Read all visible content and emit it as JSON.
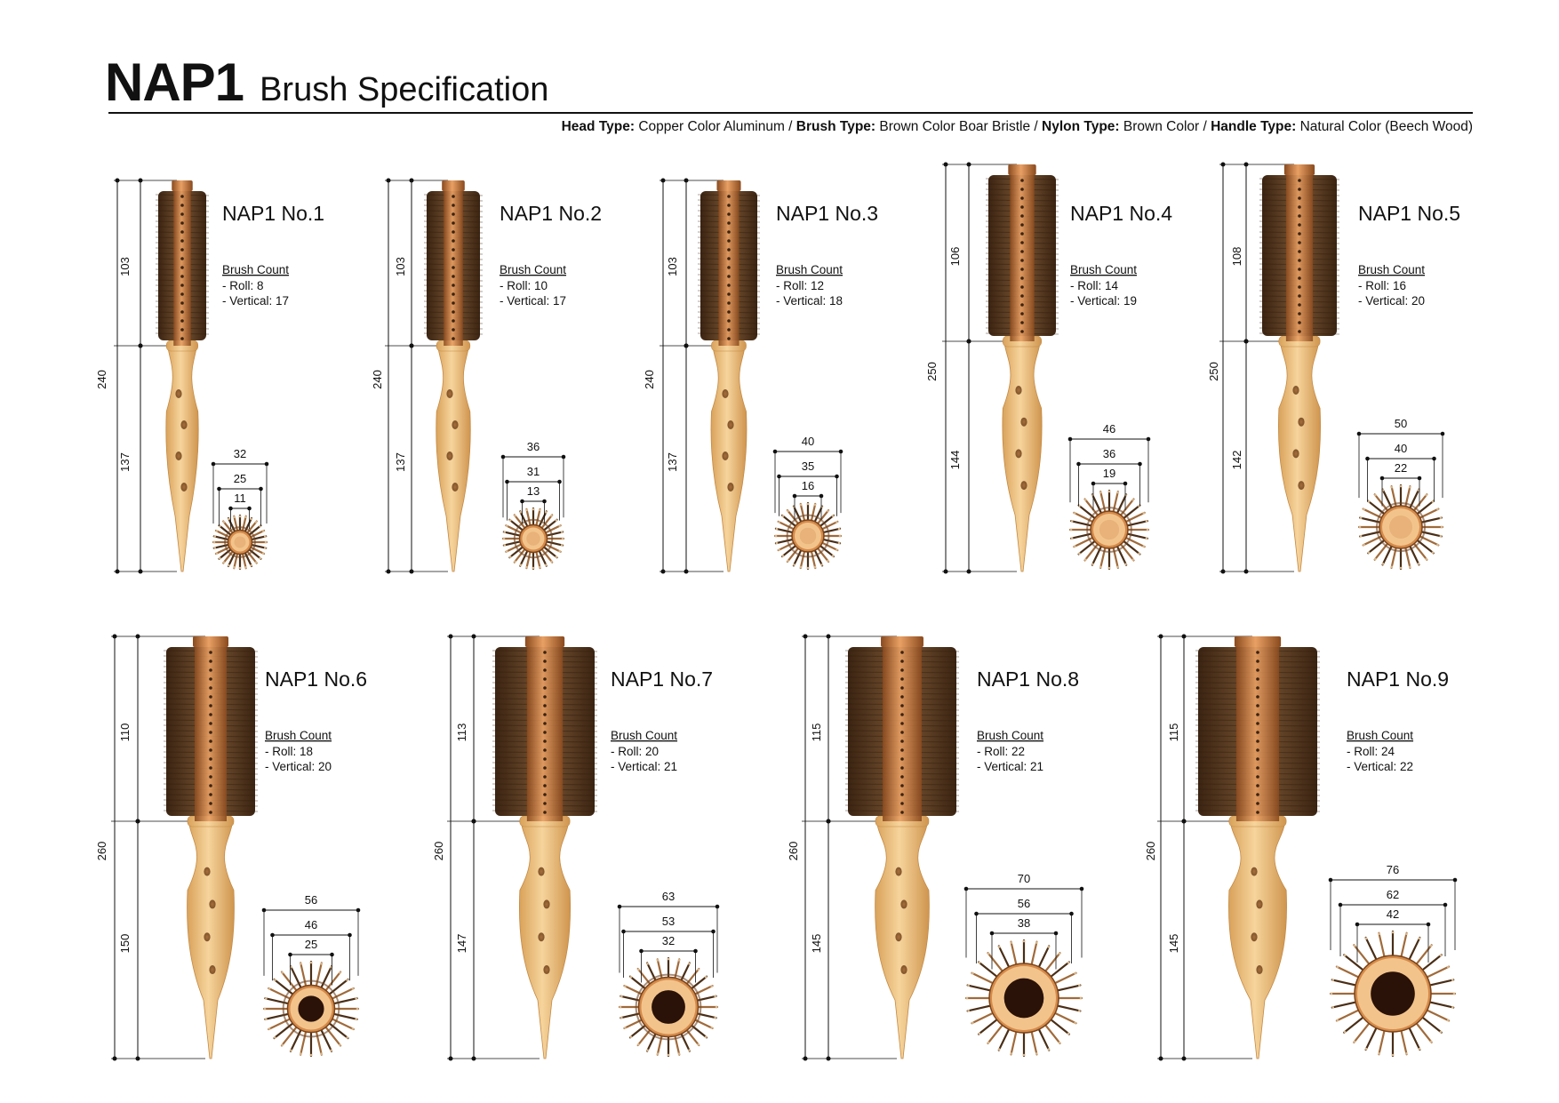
{
  "title": {
    "model": "NAP1",
    "subtitle": "Brush Specification"
  },
  "specs": [
    {
      "label": "Head Type:",
      "value": "Copper Color Aluminum"
    },
    {
      "label": "Brush Type:",
      "value": "Brown Color Boar Bristle"
    },
    {
      "label": "Nylon Type:",
      "value": "Brown Color"
    },
    {
      "label": "Handle Type:",
      "value": "Natural Color (Beech Wood)"
    }
  ],
  "spec_separator": " / ",
  "brush_count_heading": "Brush Count",
  "brushes": [
    {
      "name": "NAP1 No.1",
      "total": "240",
      "head": "103",
      "handle": "137",
      "d_outer": "32",
      "d_mid": "25",
      "d_inner": "11",
      "roll": "- Roll: 8",
      "vertical": "- Vertical: 17"
    },
    {
      "name": "NAP1 No.2",
      "total": "240",
      "head": "103",
      "handle": "137",
      "d_outer": "36",
      "d_mid": "31",
      "d_inner": "13",
      "roll": "- Roll: 10",
      "vertical": "- Vertical: 17"
    },
    {
      "name": "NAP1 No.3",
      "total": "240",
      "head": "103",
      "handle": "137",
      "d_outer": "40",
      "d_mid": "35",
      "d_inner": "16",
      "roll": "- Roll: 12",
      "vertical": "- Vertical: 18"
    },
    {
      "name": "NAP1 No.4",
      "total": "250",
      "head": "106",
      "handle": "144",
      "d_outer": "46",
      "d_mid": "36",
      "d_inner": "19",
      "roll": "- Roll: 14",
      "vertical": "- Vertical: 19"
    },
    {
      "name": "NAP1 No.5",
      "total": "250",
      "head": "108",
      "handle": "142",
      "d_outer": "50",
      "d_mid": "40",
      "d_inner": "22",
      "roll": "- Roll: 16",
      "vertical": "- Vertical: 20"
    },
    {
      "name": "NAP1 No.6",
      "total": "260",
      "head": "110",
      "handle": "150",
      "d_outer": "56",
      "d_mid": "46",
      "d_inner": "25",
      "roll": "- Roll: 18",
      "vertical": "- Vertical: 20"
    },
    {
      "name": "NAP1 No.7",
      "total": "260",
      "head": "113",
      "handle": "147",
      "d_outer": "63",
      "d_mid": "53",
      "d_inner": "32",
      "roll": "- Roll: 20",
      "vertical": "- Vertical: 21"
    },
    {
      "name": "NAP1 No.8",
      "total": "260",
      "head": "115",
      "handle": "145",
      "d_outer": "70",
      "d_mid": "56",
      "d_inner": "38",
      "roll": "- Roll: 22",
      "vertical": "- Vertical: 21"
    },
    {
      "name": "NAP1 No.9",
      "total": "260",
      "head": "115",
      "handle": "145",
      "d_outer": "76",
      "d_mid": "62",
      "d_inner": "42",
      "roll": "- Roll: 24",
      "vertical": "- Vertical: 22"
    }
  ],
  "colors": {
    "copper": "#c8783a",
    "bristle": "#5a3c22",
    "wood": "#eab975",
    "wood_dark": "#c9914d",
    "ink": "#111111"
  }
}
